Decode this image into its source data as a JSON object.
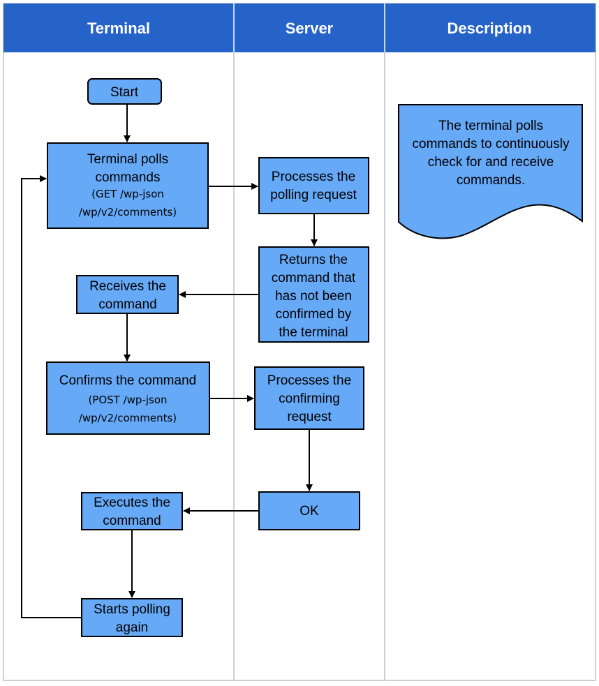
{
  "colors": {
    "header_fill": "#2663C9",
    "node_fill": "#66A9F7",
    "border": "#000000",
    "lane_border": "#bfbfbf"
  },
  "lanes": {
    "terminal": "Terminal",
    "server": "Server",
    "description": "Description"
  },
  "nodes": {
    "start": [
      "Start"
    ],
    "terminal_polls": [
      "Terminal polls",
      "commands"
    ],
    "terminal_polls_api": [
      "(GET /wp-json",
      "/wp/v2/comments)"
    ],
    "processes_polling": [
      "Processes the",
      "polling request"
    ],
    "returns_command": [
      "Returns the",
      "command that",
      "has not been",
      "confirmed by",
      "the terminal"
    ],
    "receives_command": [
      "Receives the",
      "command"
    ],
    "confirms_command": [
      "Confirms the command"
    ],
    "confirms_command_api": [
      "(POST /wp-json",
      "/wp/v2/comments)"
    ],
    "processes_confirming": [
      "Processes the",
      "confirming",
      "request"
    ],
    "ok": [
      "OK"
    ],
    "executes_command": [
      "Executes the",
      "command"
    ],
    "starts_polling": [
      "Starts polling",
      "again"
    ]
  },
  "description_note": [
    "The terminal polls",
    "commands to continuously",
    "check for and receive",
    "commands."
  ]
}
